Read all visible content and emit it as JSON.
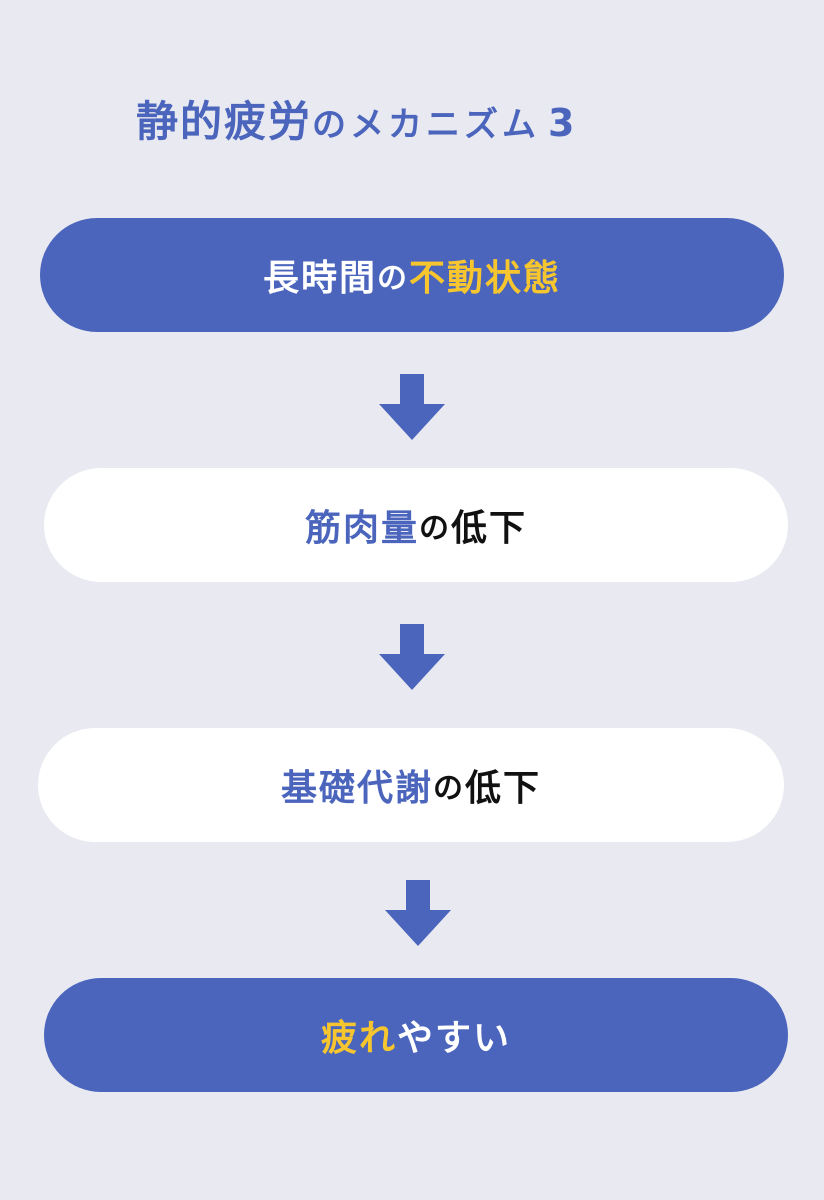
{
  "title": {
    "part1": "静的疲労",
    "part2": "のメカニズム",
    "number": "3"
  },
  "steps": [
    {
      "pre": "長時間",
      "joiner": "の",
      "highlight": "不動状態"
    },
    {
      "highlight": "筋肉量",
      "joiner": "の",
      "post": "低下"
    },
    {
      "highlight": "基礎代謝",
      "joiner": "の",
      "post": "低下"
    },
    {
      "highlight": "疲れ",
      "post": "やすい"
    }
  ],
  "colors": {
    "background": "#e8e9f1",
    "primary": "#4b65bd",
    "accent": "#f7c62e",
    "text_dark": "#111111"
  },
  "icons": [
    "arrow-down-icon",
    "arrow-down-icon",
    "arrow-down-icon"
  ]
}
